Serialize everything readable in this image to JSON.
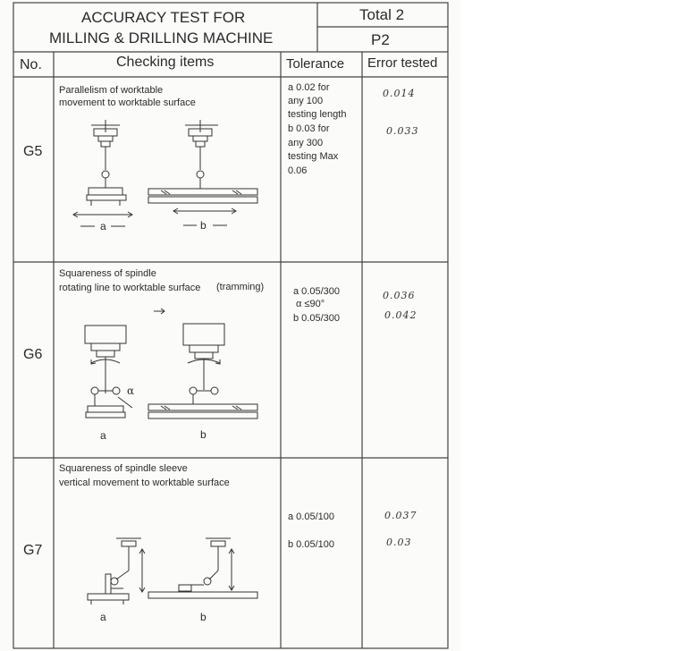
{
  "header": {
    "title_line1": "ACCURACY TEST FOR",
    "title_line2": "MILLING & DRILLING MACHINE",
    "total": "Total 2",
    "page": "P2"
  },
  "columns": {
    "no": "No.",
    "items": "Checking items",
    "tolerance": "Tolerance",
    "error": "Error tested"
  },
  "rows": [
    {
      "no": "G5",
      "title_line1": "Parallelism of worktable",
      "title_line2": "movement to worktable surface",
      "tolerance_lines": [
        "a 0.02 for",
        "any 100",
        "testing length",
        "b 0.03 for",
        "any 300",
        "testing Max",
        "0.06"
      ],
      "errors": [
        "0.014",
        "0.033"
      ],
      "label_a": "a",
      "label_b": "b"
    },
    {
      "no": "G6",
      "title_line1": "Squareness of spindle",
      "title_line2": "rotating line to worktable surface",
      "title_note": "(tramming)",
      "tolerance_lines": [
        "a 0.05/300",
        "α ≤90°",
        "b 0.05/300"
      ],
      "errors": [
        "0.036",
        "0.042"
      ],
      "label_a": "a",
      "label_b": "b",
      "alpha": "α"
    },
    {
      "no": "G7",
      "title_line1": "Squareness of spindle sleeve",
      "title_line2": "vertical movement to worktable surface",
      "tolerance_lines": [
        "a 0.05/100",
        "b 0.05/100"
      ],
      "errors": [
        "0.037",
        "0.03"
      ],
      "label_a": "a",
      "label_b": "b"
    }
  ]
}
